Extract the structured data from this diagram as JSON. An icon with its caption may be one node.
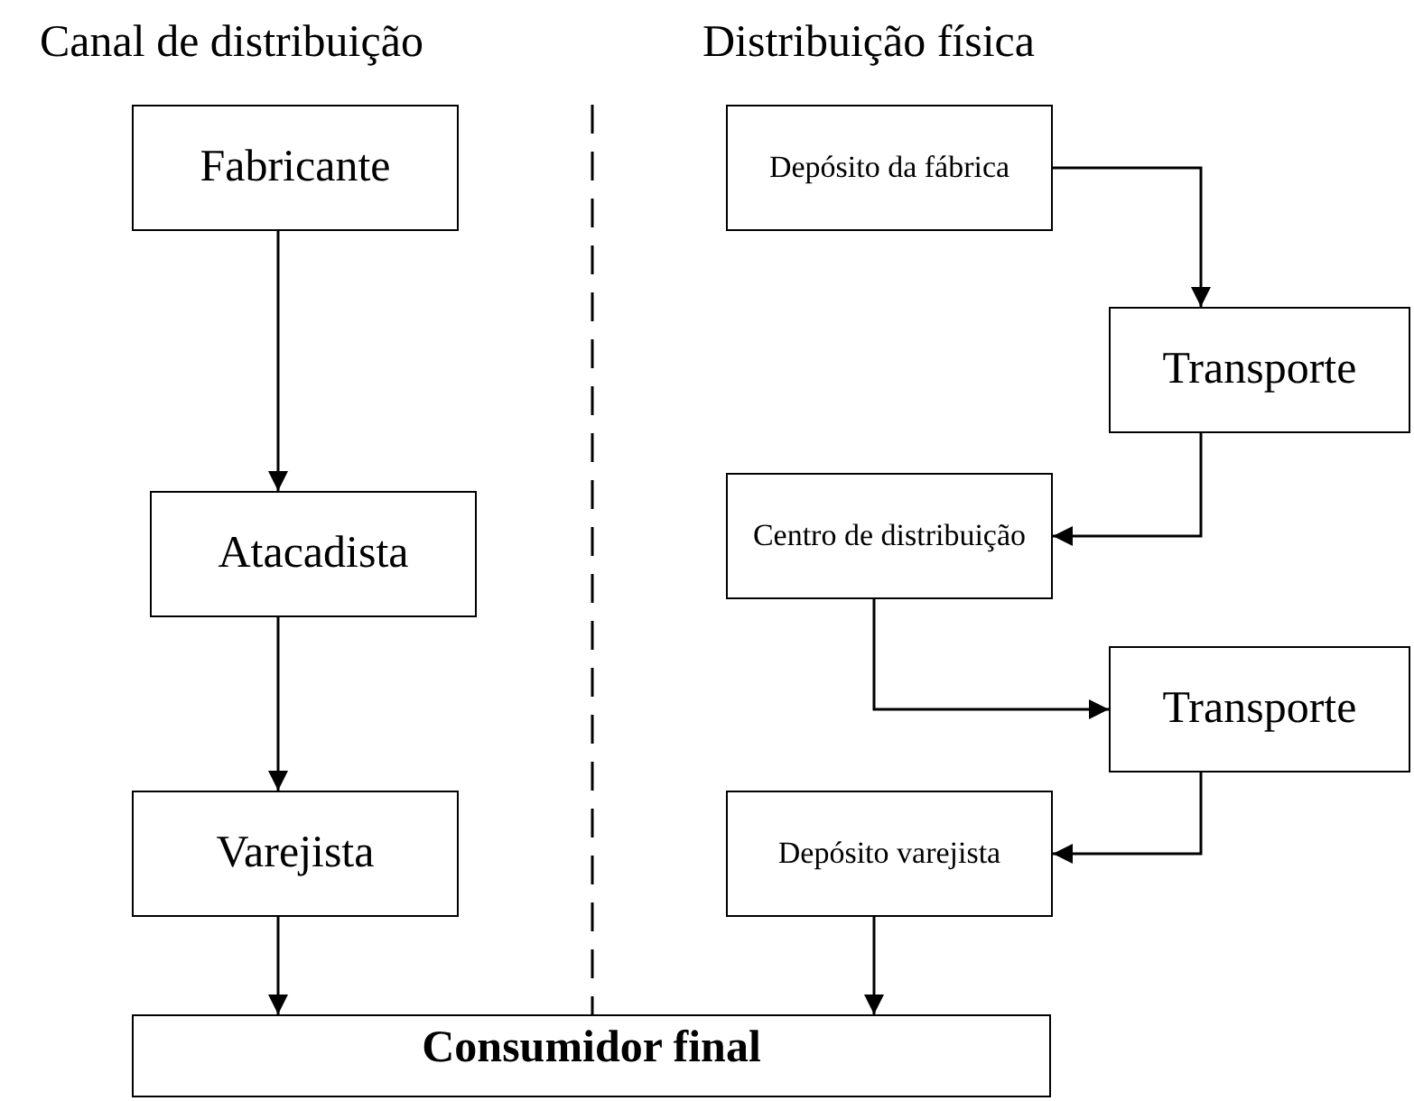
{
  "diagram": {
    "nodes": [
      {
        "text": [
          "Fabricante"
        ]
      },
      {
        "text": [
          "Atacadista"
        ]
      },
      {
        "text": [
          "Varejista"
        ]
      },
      {
        "text": [
          "Depósito da fábrica"
        ]
      },
      {
        "text": [
          "Transporte"
        ]
      },
      {
        "text": [
          "Centro de distribuição"
        ]
      },
      {
        "text": [
          "Transporte"
        ]
      },
      {
        "text": [
          "Depósito varejista"
        ]
      },
      {
        "text": [
          "Consumidor final"
        ]
      }
    ],
    "edges": [
      {
        "from": 0,
        "to": 1,
        "arrow": "to"
      },
      {
        "from": 1,
        "to": 2,
        "arrow": "to"
      },
      {
        "from": 2,
        "to": 8,
        "arrow": "to"
      },
      {
        "from": 3,
        "to": 4,
        "arrow": "to"
      },
      {
        "from": 4,
        "to": 5,
        "arrow": "to"
      },
      {
        "from": 5,
        "to": 6,
        "arrow": "to"
      },
      {
        "from": 6,
        "to": 7,
        "arrow": "to"
      },
      {
        "from": 7,
        "to": 8,
        "arrow": "to"
      }
    ],
    "labels": [
      "Canal de distribuição",
      "Distribuição física"
    ]
  }
}
